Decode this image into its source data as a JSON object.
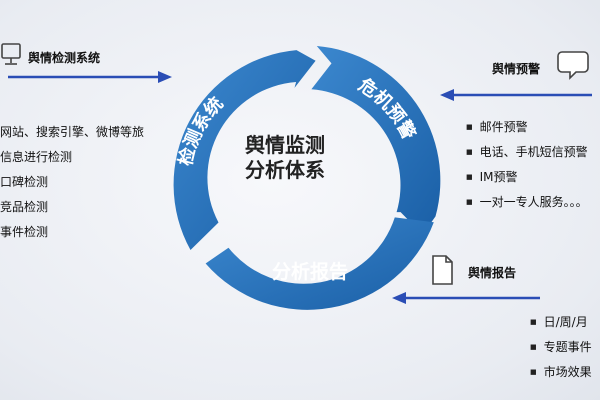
{
  "center": {
    "line1": "舆情监测",
    "line2": "分析体系"
  },
  "segments": {
    "monitor": "检测系统",
    "warning": "危机预警",
    "report": "分析报告"
  },
  "panels": {
    "monitor_system": {
      "title": "舆情检测系统",
      "items": [
        "网站、搜索引擎、微博等旅",
        "信息进行检测",
        "口碑检测",
        "竞品检测",
        "事件检测"
      ]
    },
    "warning": {
      "title": "舆情预警",
      "items": [
        "邮件预警",
        "电话、手机短信预警",
        "IM预警",
        "一对一专人服务。。。"
      ]
    },
    "report": {
      "title": "舆情报告",
      "items": [
        "日/周/月",
        "专题事件",
        "市场效果"
      ]
    }
  },
  "colors": {
    "ring_dark": "#1e66ad",
    "ring_light": "#3c88cf",
    "arrow": "#2a4db5"
  },
  "icons": [
    "monitor-icon",
    "speech-bubble-icon",
    "document-icon"
  ]
}
